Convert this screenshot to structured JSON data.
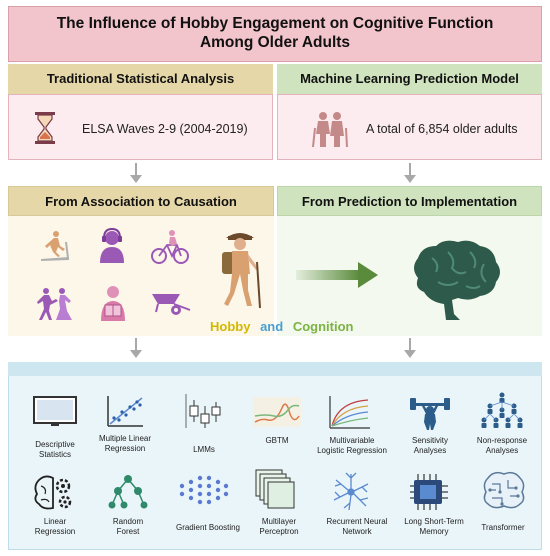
{
  "title": {
    "line1": "The Influence of Hobby Engagement on Cognitive Function",
    "line2": "Among Older Adults"
  },
  "left_column": {
    "header": "Traditional Statistical Analysis",
    "info": "ELSA Waves 2-9 (2004-2019)",
    "info_icon": "hourglass-icon",
    "section": "From Association to Causation"
  },
  "right_column": {
    "header": "Machine Learning Prediction Model",
    "info": "A total of 6,854 older adults",
    "info_icon": "older-couple-icon",
    "section": "From Prediction to Implementation"
  },
  "caption": {
    "word1": "Hobby",
    "word2": "and",
    "word3": "Cognition"
  },
  "colors": {
    "title_bg": "#f2c4cb",
    "left_header_bg": "#e6d7a8",
    "right_header_bg": "#cfe3bf",
    "purple_icon": "#9b59b6",
    "brain": "#2d5a4a",
    "arrow_green": "#5a8a3c",
    "hobby": "#d4b800",
    "and": "#4a9fd0",
    "cognition": "#7cb342"
  },
  "methods_row1": [
    {
      "label": "Descriptive\nStatistics",
      "icon": "monitor-icon"
    },
    {
      "label": "Multiple Linear\nRegression",
      "icon": "scatter-regression-icon"
    },
    {
      "label": "LMMs",
      "icon": "boxplot-icon"
    },
    {
      "label": "GBTM",
      "icon": "trajectory-icon"
    },
    {
      "label": "Multivariable\nLogistic Regression",
      "icon": "curves-icon"
    },
    {
      "label": "Sensitivity\nAnalyses",
      "icon": "weightlifter-icon"
    },
    {
      "label": "Non-response\nAnalyses",
      "icon": "network-people-icon"
    }
  ],
  "methods_row2": [
    {
      "label": "Linear\nRegression",
      "icon": "brain-gears-icon"
    },
    {
      "label": "Random\nForest",
      "icon": "tree-icon"
    },
    {
      "label": "Gradient Boosting",
      "icon": "dots-grid-icon"
    },
    {
      "label": "Multilayer\nPerceptron",
      "icon": "layers-icon"
    },
    {
      "label": "Recurrent Neural\nNetwork",
      "icon": "neuron-icon"
    },
    {
      "label": "Long Short-Term\nMemory",
      "icon": "chip-icon"
    },
    {
      "label": "Transformer",
      "icon": "brain-circuit-icon"
    }
  ]
}
